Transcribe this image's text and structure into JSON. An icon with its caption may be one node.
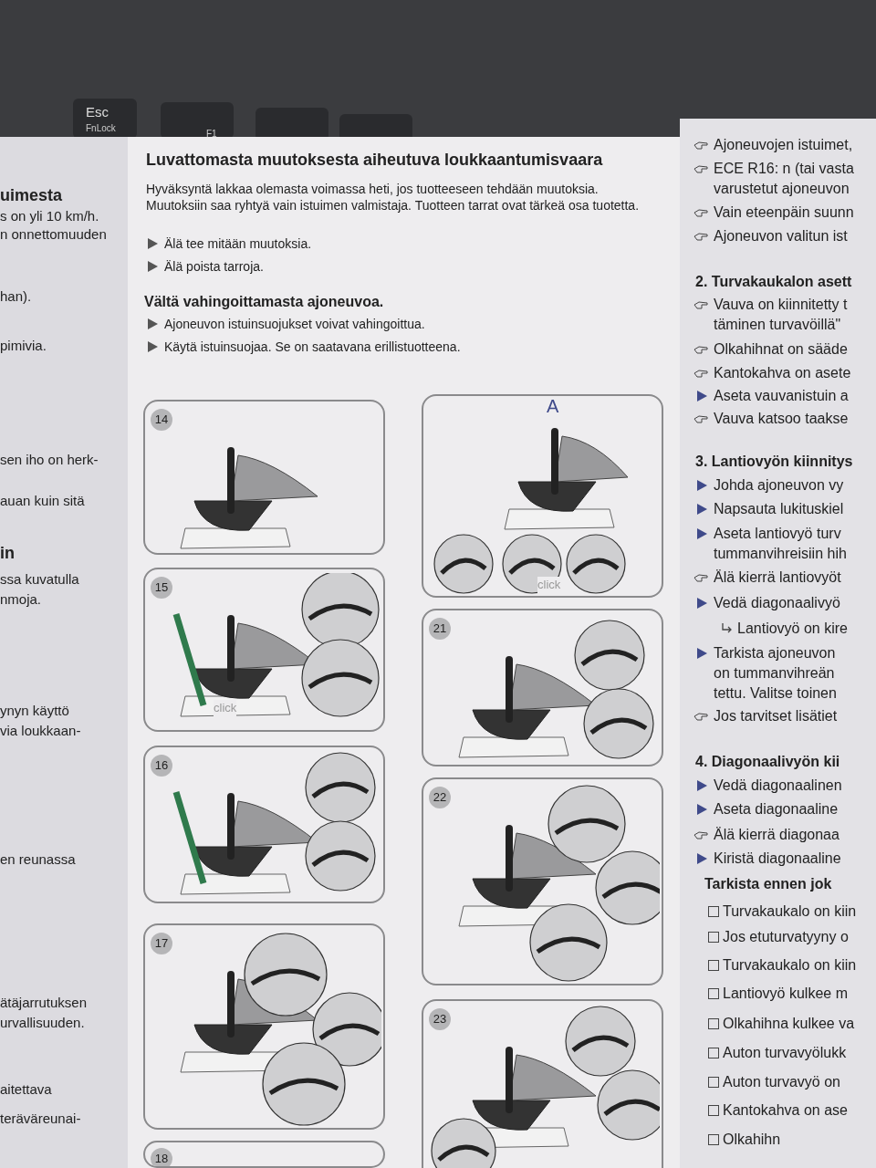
{
  "diagram": {
    "nodes": [
      {
        "text": [
          "14"
        ]
      },
      {
        "text": [
          "15",
          "click"
        ]
      },
      {
        "text": [
          "16"
        ]
      },
      {
        "text": [
          "17"
        ]
      },
      {
        "text": [
          "18"
        ]
      },
      {
        "text": [
          "A",
          "click"
        ]
      },
      {
        "text": [
          "21"
        ]
      },
      {
        "text": [
          "22"
        ]
      },
      {
        "text": [
          "23"
        ]
      }
    ],
    "labels": [
      "Esc",
      "FnLock",
      "F1",
      "uimesta",
      "s on yli 10 km/h.",
      "n onnettomuuden",
      "han).",
      "pimivia.",
      "sen iho on herk-",
      "auan kuin sitä",
      "in",
      "ssa kuvatulla",
      "nmoja.",
      "ynyn käyttö",
      "via loukkaan-",
      "en reunassa",
      "ätäjarrutuksen",
      "urvallisuuden.",
      "aitettava",
      "teräväreunai-",
      "Luvattomasta muutoksesta aiheutuva loukkaantumisvaara",
      "Hyväksyntä lakkaa olemasta voimassa heti, jos tuotteeseen tehdään muutoksia. Muutoksiin saa ryhtyä vain istuimen valmistaja. Tuotteen tarrat ovat tärkeä osa tuotetta.",
      "Älä tee mitään muutoksia.",
      "Älä poista tarroja.",
      "Vältä vahingoittamasta ajoneuvoa.",
      "Ajoneuvon istuinsuojukset voivat vahingoittua.",
      "Käytä istuinsuojaa. Se on saatavana erillistuotteena.",
      "Ajoneuvojen istuimet,",
      "ECE R16: n (tai vasta",
      "varustetut ajoneuvon",
      "Vain eteenpäin suunn",
      "Ajoneuvon valitun ist",
      "2. Turvakaukalon asett",
      "Vauva on kiinnitetty t",
      "täminen turvavöillä\"",
      "Olkahihnat on sääde",
      "Kantokahva on asete",
      "Aseta vauvanistuin a",
      "Vauva katsoo taakse",
      "3. Lantiovyön kiinnitys",
      "Johda ajoneuvon vy",
      "Napsauta lukituskiel",
      "Aseta lantiovyö turv",
      "tummanvihreisiin hih",
      "Älä kierrä lantiovyöt",
      "Vedä diagonaalivyö",
      "Lantiovyö on kire",
      "Tarkista ajoneuvon",
      "on tummanvihreän",
      "tettu. Valitse toinen",
      "Jos tarvitset lisätiet",
      "4. Diagonaalivyön kii",
      "Vedä diagonaalinen",
      "Aseta diagonaaline",
      "Älä kierrä diagonaa",
      "Kiristä diagonaaline",
      "Tarkista ennen jok",
      "Turvakaukalo on kiin",
      "Jos etuturvatyyny o",
      "Turvakaukalo on kiin",
      "Lantiovyö kulkee m",
      "Olkahihna kulkee va",
      "Auton turvavyölukk",
      "Auton turvavyö on",
      "Kantokahva on ase",
      "Olkahihn"
    ]
  }
}
